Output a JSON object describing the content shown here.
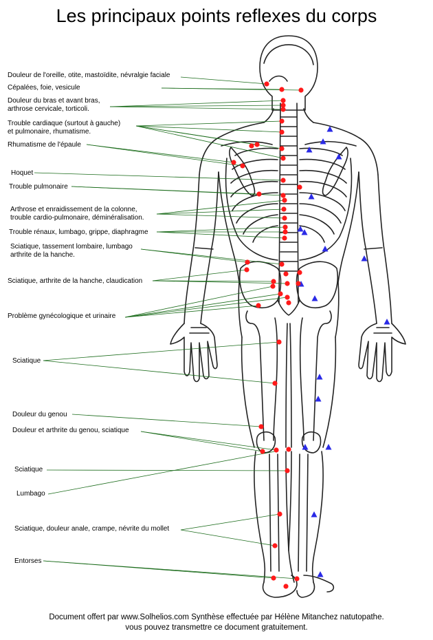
{
  "title": "Les principaux points reflexes du corps",
  "colors": {
    "point": "#ff1a1a",
    "triangle": "#2a2ae6",
    "leader": "#1a6b1a",
    "outline": "#222222"
  },
  "labels": [
    {
      "lines": [
        "Douleur de l'oreille, otite, mastoïdite, névralgie faciale"
      ]
    },
    {
      "lines": [
        "Cépalées, foie, vesicule"
      ]
    },
    {
      "lines": [
        "Douleur du bras et avant bras,",
        "arthrose cervicale, torticoli."
      ]
    },
    {
      "lines": [
        "Trouble cardiaque (surtout à gauche)",
        "et pulmonaire, rhumatisme."
      ]
    },
    {
      "lines": [
        "Rhumatisme de l'épaule"
      ]
    },
    {
      "lines": [
        "Hoquet"
      ]
    },
    {
      "lines": [
        "Trouble pulmonaire"
      ]
    },
    {
      "lines": [
        "Arthrose et enraidissement de la colonne,",
        "trouble cardio-pulmonaire, déminéralisation."
      ]
    },
    {
      "lines": [
        "Trouble rénaux, lumbago, grippe, diaphragme"
      ]
    },
    {
      "lines": [
        "Sciatique, tassement lombaire, lumbago",
        "arthrite de la hanche."
      ]
    },
    {
      "lines": [
        "Sciatique, arthrite de la hanche, claudication"
      ]
    },
    {
      "lines": [
        "Problème gynécologique et urinaire"
      ]
    },
    {
      "lines": [
        "Sciatique"
      ]
    },
    {
      "lines": [
        "Douleur du genou"
      ]
    },
    {
      "lines": [
        "Douleur et arthrite du genou, sciatique"
      ]
    },
    {
      "lines": [
        "Sciatique"
      ]
    },
    {
      "lines": [
        "Lumbago"
      ]
    },
    {
      "lines": [
        "Sciatique, douleur anale, crampe, névrite du mollet"
      ]
    },
    {
      "lines": [
        "Entorses"
      ]
    }
  ],
  "footer": {
    "line1": "Document offert par www.Solhelios.com Synthèse effectuée par Hélène Mitanchez natutopathe.",
    "line2": "vous pouvez transmettre ce document gratuitement."
  }
}
